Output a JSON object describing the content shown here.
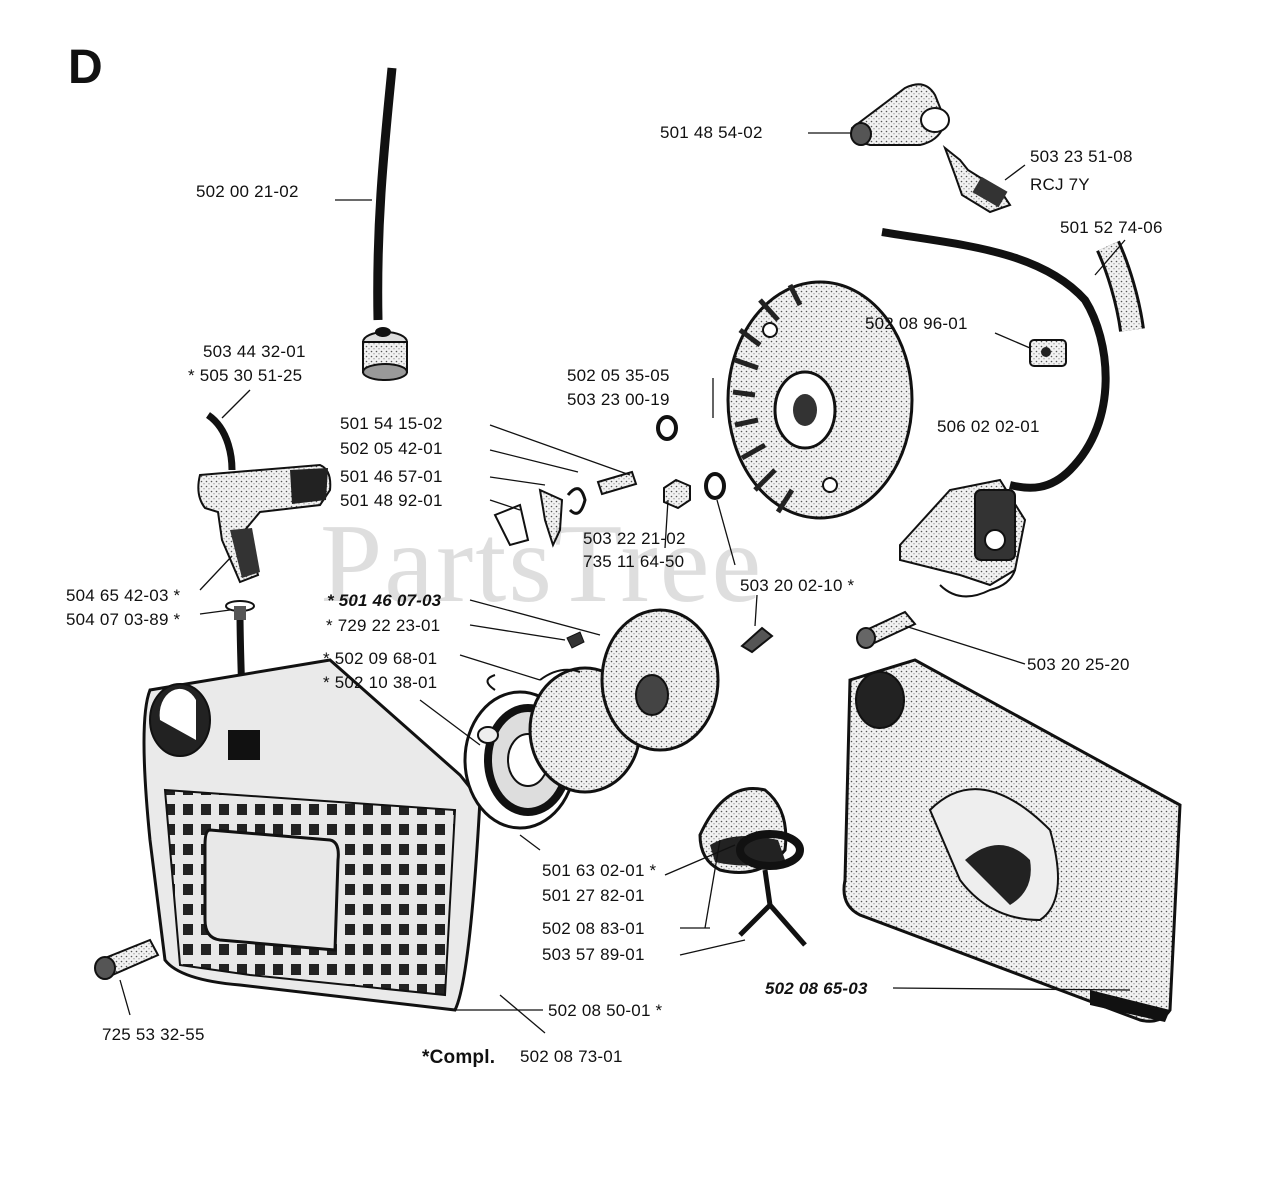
{
  "diagram": {
    "section_letter": "D",
    "watermark": "PartsTree",
    "parts": {
      "p1": "501 48 54-02",
      "p2": "503 23 51-08",
      "p3": "RCJ 7Y",
      "p4": "502 00 21-02",
      "p5": "501 52 74-06",
      "p6": "502 08 96-01",
      "p7": "503 44 32-01",
      "p8": "* 505 30 51-25",
      "p9": "502 05 35-05",
      "p10": "503 23 00-19",
      "p11": "501 54 15-02",
      "p12": "502 05 42-01",
      "p13": "501 46 57-01",
      "p14": "501 48 92-01",
      "p15": "506 02 02-01",
      "p16": "503 22 21-02",
      "p17": "735 11 64-50",
      "p18": "504 65 42-03 *",
      "p19": "504 07 03-89 *",
      "p20": "503 20 02-10 *",
      "p21": "* 501 46 07-03",
      "p22": "* 729 22 23-01",
      "p23": "503 20 25-20",
      "p24": "* 502 09 68-01",
      "p25": "* 502 10 38-01",
      "p26": "501 63 02-01 *",
      "p27": "501 27 82-01",
      "p28": "502 08 83-01",
      "p29": "503 57 89-01",
      "p30": "502 08 65-03",
      "p31": "725 53 32-55",
      "p32": "502 08 50-01 *",
      "p33": "502 08 73-01"
    },
    "compl_label": "*Compl."
  }
}
